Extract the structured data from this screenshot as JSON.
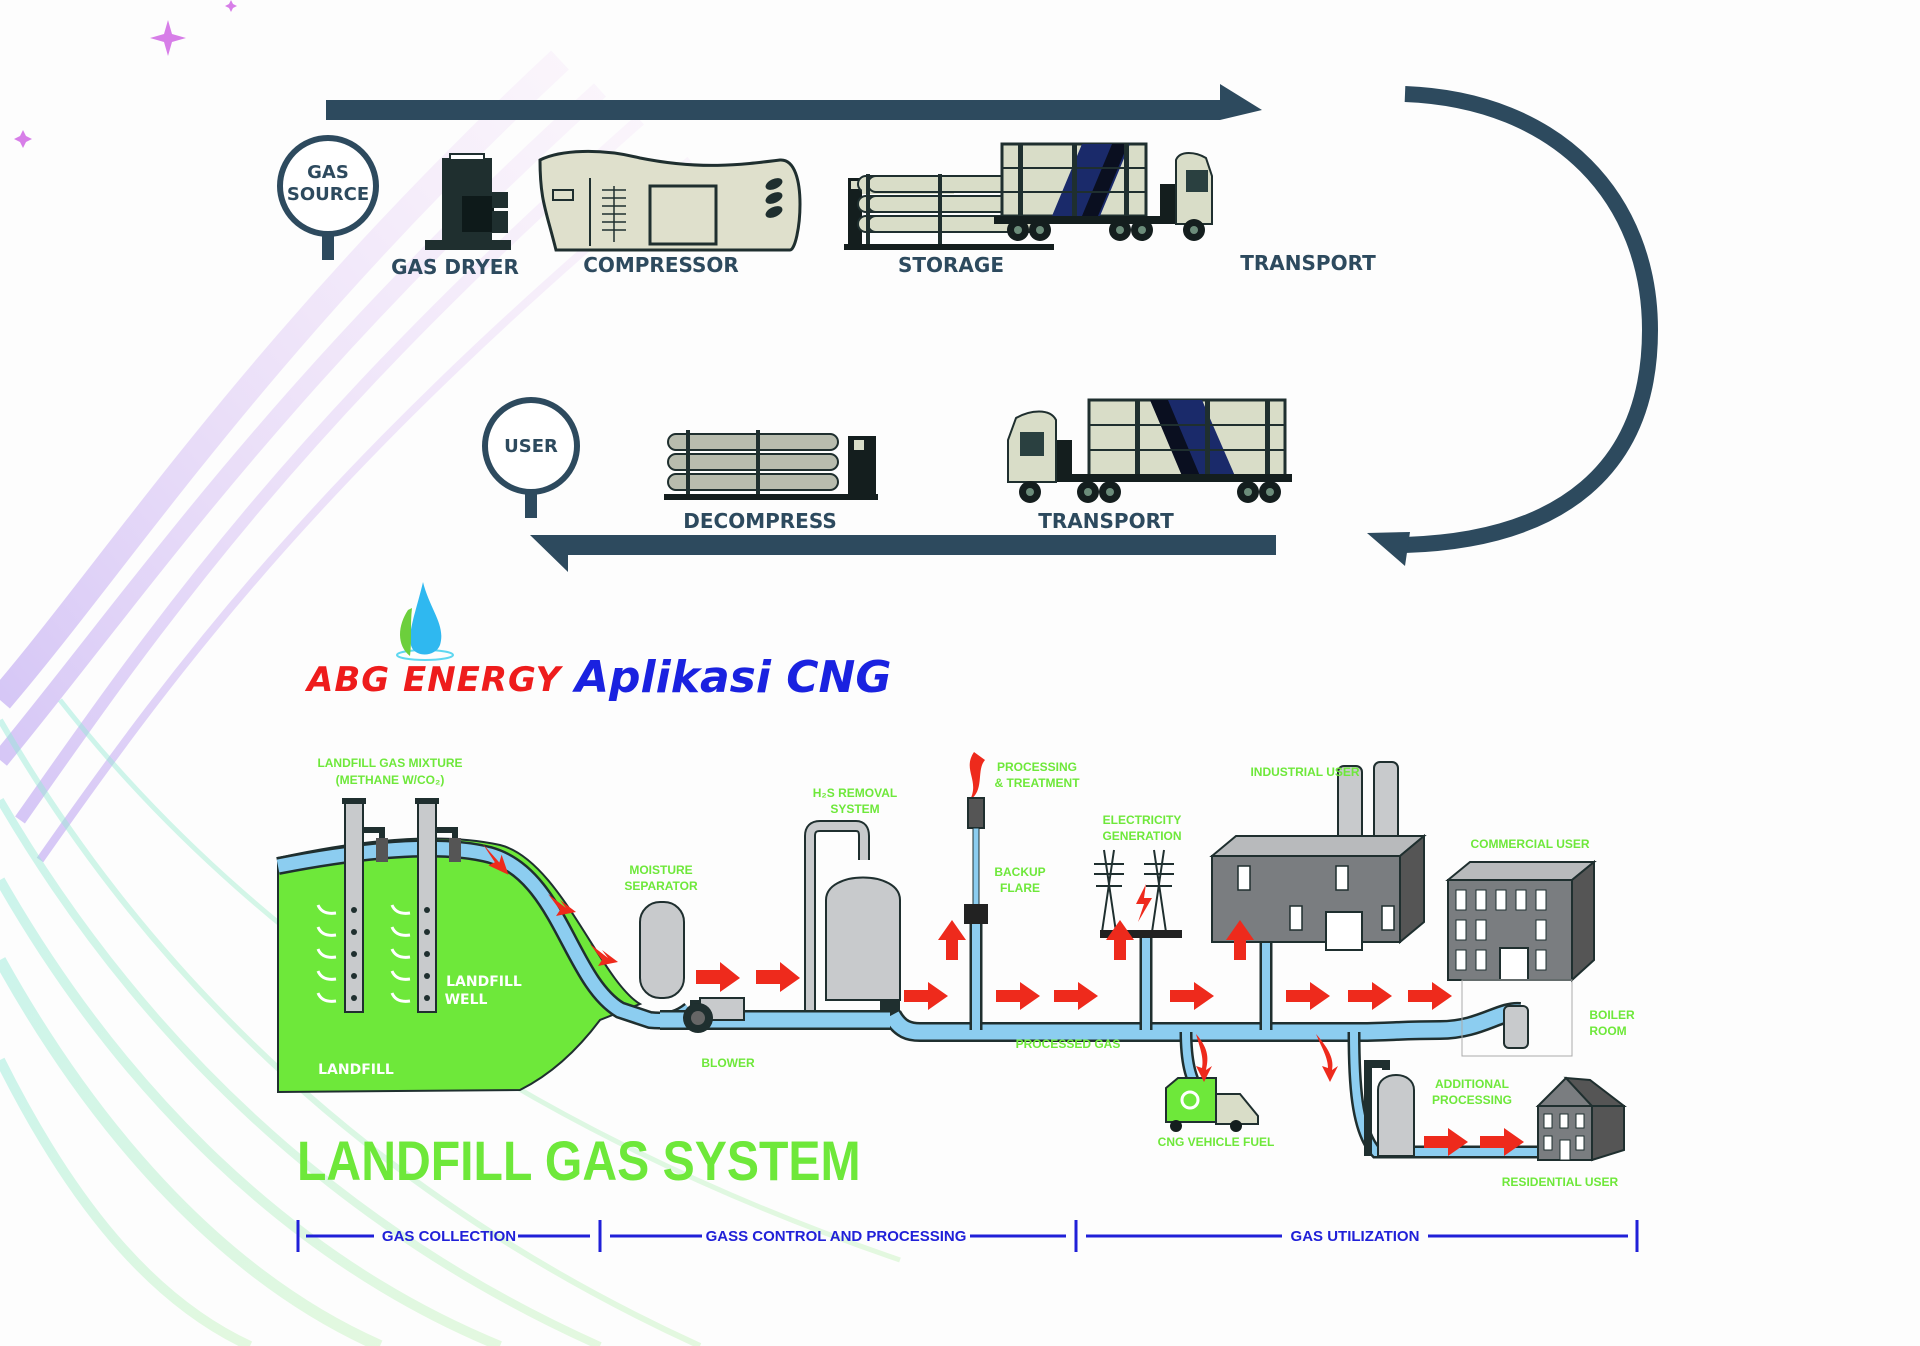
{
  "colors": {
    "flow_arrow": "#2d4a5e",
    "label_green": "#6ee83a",
    "flow_red": "#ee2a1c",
    "pipe_blue": "#8ccdf0",
    "landfill_green": "#6ee83a",
    "phase_blue": "#2020d8",
    "brand_red": "#ee1c1c",
    "brand_blue": "#1a22e0"
  },
  "cng_cycle": {
    "start_marker": {
      "line1": "GAS",
      "line2": "SOURCE",
      "icon": "location-pin-icon"
    },
    "end_marker": {
      "line1": "USER",
      "icon": "location-pin-icon"
    },
    "top_row": [
      {
        "label": "GAS DRYER",
        "icon": "gas-dryer-icon"
      },
      {
        "label": "COMPRESSOR",
        "icon": "compressor-icon"
      },
      {
        "label": "STORAGE",
        "icon": "storage-cylinders-icon"
      },
      {
        "label": "TRANSPORT",
        "icon": "tube-trailer-truck-icon"
      }
    ],
    "bottom_row": [
      {
        "label": "DECOMPRESS",
        "icon": "decompress-cylinders-icon"
      },
      {
        "label": "TRANSPORT",
        "icon": "tube-trailer-truck-icon"
      }
    ]
  },
  "brand": {
    "name": "ABG ENERGY",
    "subtitle": "Aplikasi CNG",
    "logo_icon": "water-drop-leaf-icon"
  },
  "landfill": {
    "title": "LANDFILL GAS SYSTEM",
    "labels": {
      "gas_mixture_1": "LANDFILL GAS MIXTURE",
      "gas_mixture_2": "(METHANE W/CO₂)",
      "landfill": "LANDFILL",
      "landfill_well_1": "LANDFILL",
      "landfill_well_2": "WELL",
      "moisture_1": "MOISTURE",
      "moisture_2": "SEPARATOR",
      "blower": "BLOWER",
      "h2s_1": "H₂S REMOVAL",
      "h2s_2": "SYSTEM",
      "processing_1": "PROCESSING",
      "processing_2": "& TREATMENT",
      "flare_1": "BACKUP",
      "flare_2": "FLARE",
      "electricity_1": "ELECTRICITY",
      "electricity_2": "GENERATION",
      "industrial": "INDUSTRIAL USER",
      "commercial": "COMMERCIAL USER",
      "boiler_1": "BOILER",
      "boiler_2": "ROOM",
      "processed_gas": "PROCESSED GAS",
      "cng_vehicle": "CNG VEHICLE FUEL",
      "additional_1": "ADDITIONAL",
      "additional_2": "PROCESSING",
      "residential": "RESIDENTIAL USER"
    },
    "phases": [
      {
        "label": "GAS COLLECTION"
      },
      {
        "label": "GASS CONTROL AND PROCESSING"
      },
      {
        "label": "GAS UTILIZATION"
      }
    ]
  }
}
